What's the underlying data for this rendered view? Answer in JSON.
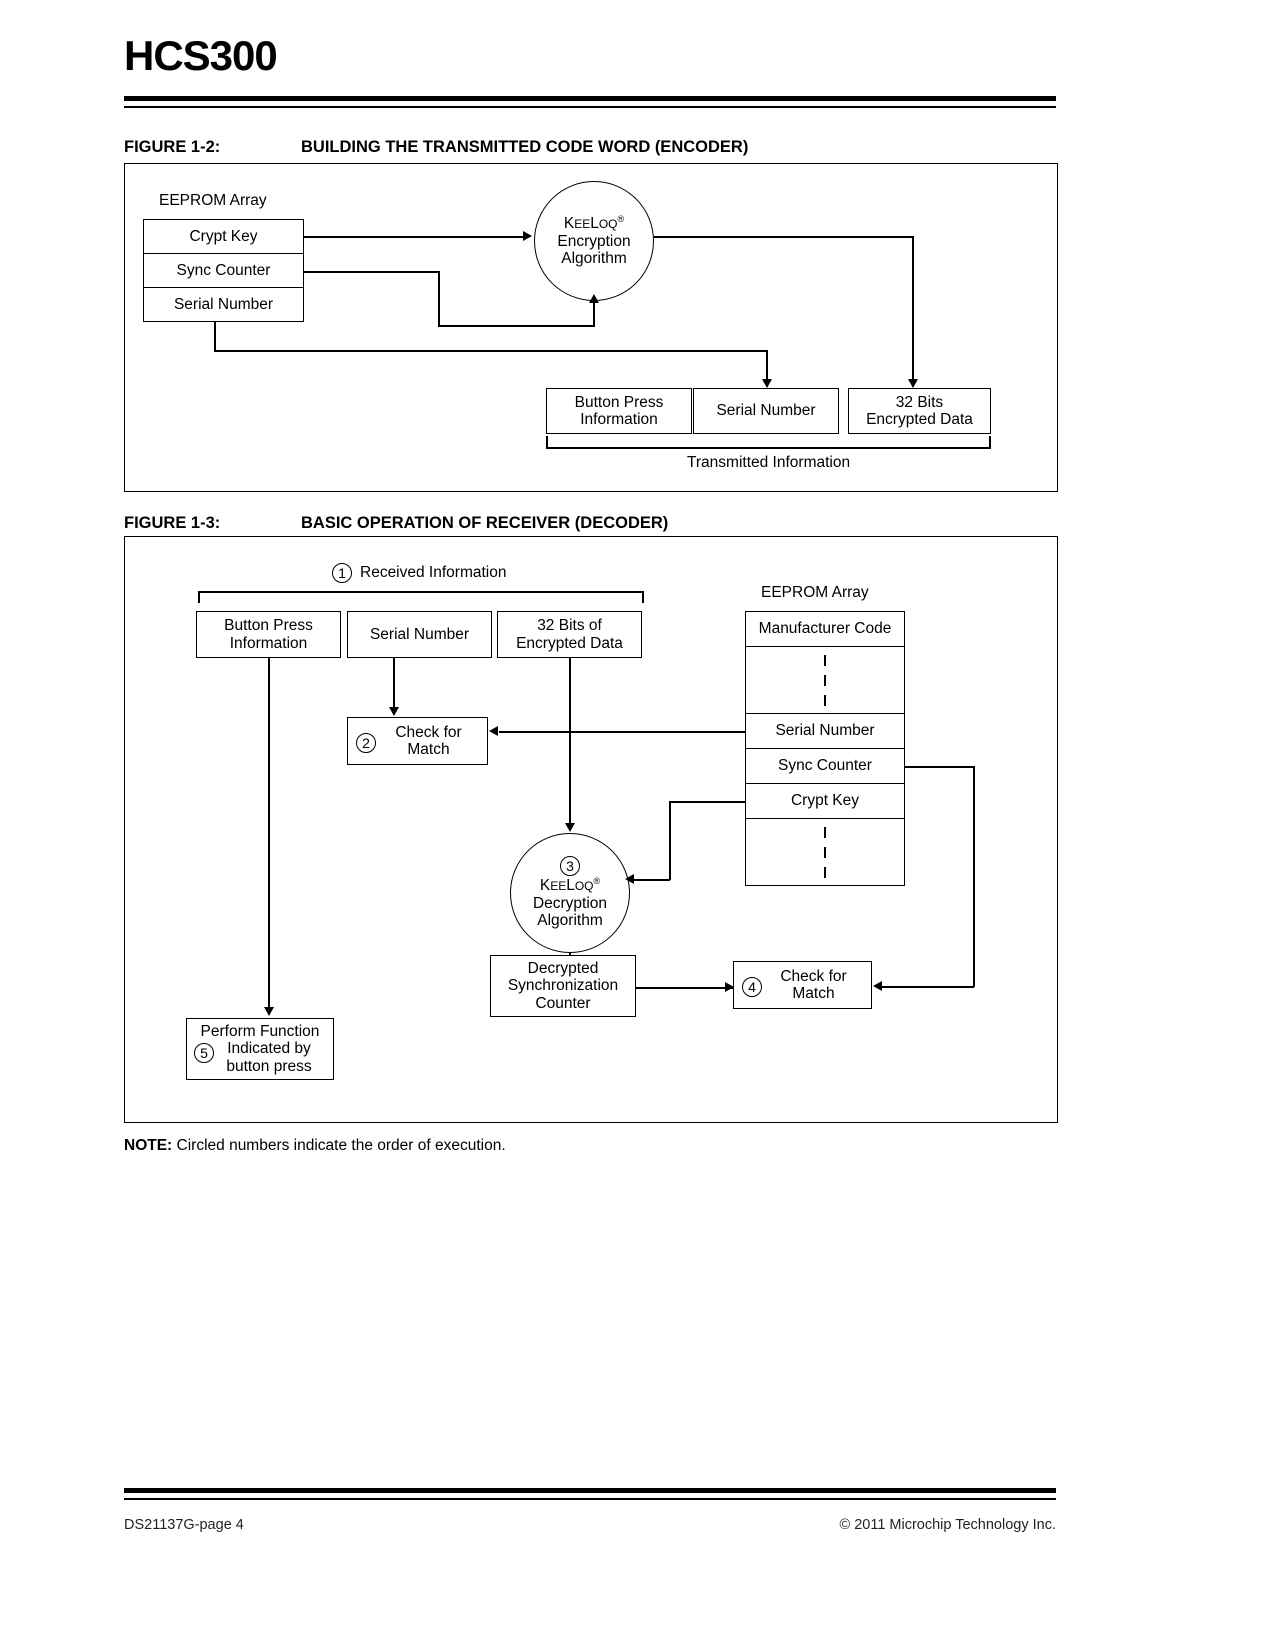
{
  "header": {
    "part_number": "HCS300"
  },
  "figure1_2": {
    "caption_number": "FIGURE 1-2:",
    "caption_text": "BUILDING THE TRANSMITTED CODE WORD (ENCODER)",
    "eeprom_label": "EEPROM Array",
    "eeprom_rows": [
      {
        "label": "Crypt Key"
      },
      {
        "label": "Sync Counter"
      },
      {
        "label": "Serial Number"
      }
    ],
    "algorithm": {
      "brand_k": "K",
      "brand_ee": "EE",
      "brand_l": "L",
      "brand_oq": "OQ",
      "brand_reg": "®",
      "line2": "Encryption",
      "line3": "Algorithm"
    },
    "packet": [
      {
        "line1": "Button Press",
        "line2": "Information"
      },
      {
        "line1": "Serial Number",
        "line2": ""
      },
      {
        "line1": "32 Bits",
        "line2": "Encrypted Data"
      }
    ],
    "packet_label": "Transmitted Information"
  },
  "figure1_3": {
    "caption_number": "FIGURE 1-3:",
    "caption_text": "BASIC OPERATION OF RECEIVER (DECODER)",
    "received_step": "1",
    "received_label": "Received Information",
    "received_boxes": [
      {
        "line1": "Button Press",
        "line2": "Information"
      },
      {
        "line1": "Serial Number",
        "line2": ""
      },
      {
        "line1": "32 Bits of",
        "line2": "Encrypted Data"
      }
    ],
    "eeprom_label": "EEPROM Array",
    "eeprom_rows": [
      {
        "label": "Manufacturer Code",
        "type": "text"
      },
      {
        "label": "",
        "type": "dots"
      },
      {
        "label": "Serial Number",
        "type": "text"
      },
      {
        "label": "Sync Counter",
        "type": "text"
      },
      {
        "label": "Crypt Key",
        "type": "text"
      },
      {
        "label": "",
        "type": "dots"
      }
    ],
    "check_match_2": {
      "step": "2",
      "line1": "Check for",
      "line2": "Match"
    },
    "decrypt": {
      "step": "3",
      "brand_k": "K",
      "brand_ee": "EE",
      "brand_l": "L",
      "brand_oq": "OQ",
      "brand_reg": "®",
      "line2": "Decryption",
      "line3": "Algorithm"
    },
    "decrypted_counter": {
      "line1": "Decrypted",
      "line2": "Synchronization",
      "line3": "Counter"
    },
    "check_match_4": {
      "step": "4",
      "line1": "Check for",
      "line2": "Match"
    },
    "perform_function": {
      "step": "5",
      "line1": "Perform Function",
      "line2": "Indicated by",
      "line3": "button press"
    }
  },
  "note": {
    "label": "NOTE:",
    "text": "Circled numbers indicate the order of execution."
  },
  "footer": {
    "left": "DS21137G-page 4",
    "right": "© 2011 Microchip Technology Inc."
  }
}
